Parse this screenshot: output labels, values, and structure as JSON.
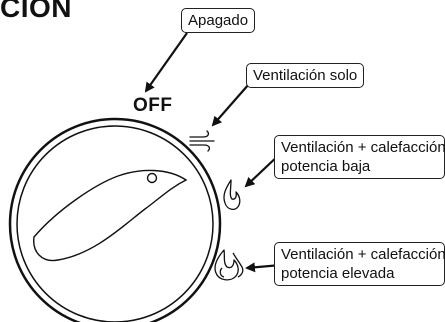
{
  "title_fragment": "CIÓN",
  "off_label": "OFF",
  "callouts": {
    "apagado": "Apagado",
    "ventilacion_solo": "Ventilación solo",
    "baja_line1": "Ventilación + calefacción",
    "baja_line2": "potencia baja",
    "elevada_line1": "Ventilación + calefacción",
    "elevada_line2": "potencia elevada"
  },
  "icons": {
    "fan": "wind-icon",
    "low_heat": "single-flame-icon",
    "high_heat": "double-flame-icon"
  }
}
